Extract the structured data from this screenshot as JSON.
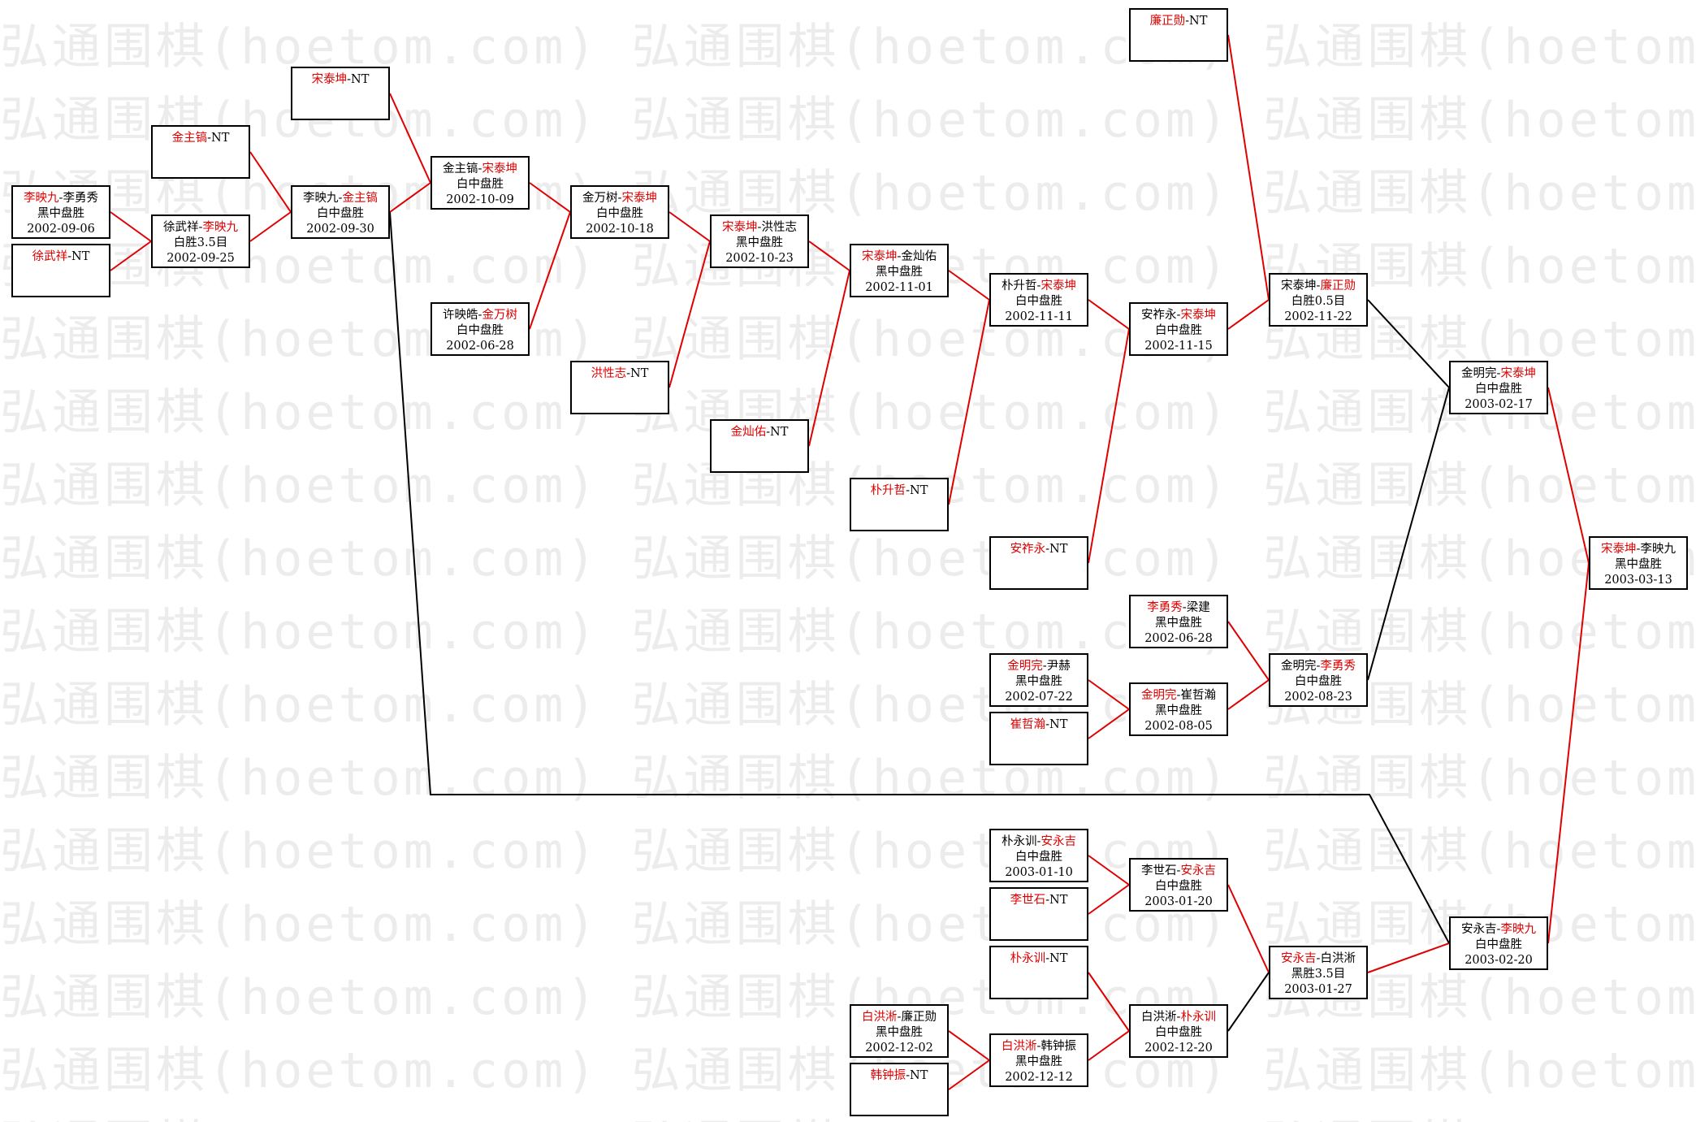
{
  "watermark": {
    "lines": [
      "弘通围棋(hoetom.com) 弘通围棋(hoetom.com) 弘通围棋(hoetom.com) 弘通",
      "弘通围棋(hoetom.com) 弘通围棋(hoetom.com) 弘通围棋(hoetom.com) 弘通",
      "弘通围棋(hoetom.com) 弘通围棋(hoetom.com) 弘通围棋(hoetom.com) 弘通",
      "弘通围棋(hoetom.com) 弘通围棋(hoetom.com) 弘通围棋(hoetom.com) 弘通",
      "弘通围棋(hoetom.com) 弘通围棋(hoetom.com) 弘通围棋(hoetom.com) 弘通",
      "弘通围棋(hoetom.com) 弘通围棋(hoetom.com) 弘通围棋(hoetom.com) 弘通",
      "弘通围棋(hoetom.com) 弘通围棋(hoetom.com) 弘通围棋(hoetom.com) 弘通",
      "弘通围棋(hoetom.com) 弘通围棋(hoetom.com) 弘通围棋(hoetom.com) 弘通",
      "弘通围棋(hoetom.com) 弘通围棋(hoetom.com) 弘通围棋(hoetom.com) 弘通",
      "弘通围棋(hoetom.com) 弘通围棋(hoetom.com) 弘通围棋(hoetom.com) 弘通",
      "弘通围棋(hoetom.com) 弘通围棋(hoetom.com) 弘通围棋(hoetom.com) 弘通",
      "弘通围棋(hoetom.com) 弘通围棋(hoetom.com) 弘通围棋(hoetom.com) 弘通",
      "弘通围棋(hoetom.com) 弘通围棋(hoetom.com) 弘通围棋(hoetom.com) 弘通",
      "弘通围棋(hoetom.com) 弘通围棋(hoetom.com) 弘通围棋(hoetom.com) 弘通",
      "弘通围棋(hoetom.com) 弘通围棋(hoetom.com) 弘通围棋(hoetom.com) 弘通",
      "弘通围棋(hoetom.com) 弘通围棋(hoetom.com) 弘通围棋(hoetom.com) 弘通"
    ]
  },
  "colors": {
    "winner": "#e00000",
    "text": "#000000",
    "win_line": "#e00000",
    "lose_line": "#000000",
    "watermark": "#ececec"
  },
  "matches": {
    "m01": {
      "p1": "李映九",
      "sep": "-",
      "p2": "李勇秀",
      "winner": 1,
      "result": "黑中盘胜",
      "date": "2002-09-06"
    },
    "m02": {
      "p1": "徐武祥",
      "sep": "-",
      "p2": "NT",
      "winner": 1,
      "result": "",
      "date": ""
    },
    "m03": {
      "p1": "金主镐",
      "sep": "-",
      "p2": "NT",
      "winner": 1,
      "result": "",
      "date": ""
    },
    "m04": {
      "p1": "徐武祥",
      "sep": "-",
      "p2": "李映九",
      "winner": 2,
      "result": "白胜3.5目",
      "date": "2002-09-25"
    },
    "m05": {
      "p1": "宋泰坤",
      "sep": "-",
      "p2": "NT",
      "winner": 1,
      "result": "",
      "date": ""
    },
    "m06": {
      "p1": "李映九",
      "sep": "-",
      "p2": "金主镐",
      "winner": 2,
      "result": "白中盘胜",
      "date": "2002-09-30"
    },
    "m07": {
      "p1": "金主镐",
      "sep": "-",
      "p2": "宋泰坤",
      "winner": 2,
      "result": "白中盘胜",
      "date": "2002-10-09"
    },
    "m08": {
      "p1": "许映皓",
      "sep": "-",
      "p2": "金万树",
      "winner": 2,
      "result": "白中盘胜",
      "date": "2002-06-28"
    },
    "m09": {
      "p1": "金万树",
      "sep": "-",
      "p2": "宋泰坤",
      "winner": 2,
      "result": "白中盘胜",
      "date": "2002-10-18"
    },
    "m10": {
      "p1": "洪性志",
      "sep": "-",
      "p2": "NT",
      "winner": 1,
      "result": "",
      "date": ""
    },
    "m11": {
      "p1": "宋泰坤",
      "sep": "-",
      "p2": "洪性志",
      "winner": 1,
      "result": "黑中盘胜",
      "date": "2002-10-23"
    },
    "m12": {
      "p1": "金灿佑",
      "sep": "-",
      "p2": "NT",
      "winner": 1,
      "result": "",
      "date": ""
    },
    "m13": {
      "p1": "宋泰坤",
      "sep": "-",
      "p2": "金灿佑",
      "winner": 1,
      "result": "黑中盘胜",
      "date": "2002-11-01"
    },
    "m14": {
      "p1": "朴升哲",
      "sep": "-",
      "p2": "NT",
      "winner": 1,
      "result": "",
      "date": ""
    },
    "m15": {
      "p1": "朴升哲",
      "sep": "-",
      "p2": "宋泰坤",
      "winner": 2,
      "result": "白中盘胜",
      "date": "2002-11-11"
    },
    "m16": {
      "p1": "安祚永",
      "sep": "-",
      "p2": "NT",
      "winner": 1,
      "result": "",
      "date": ""
    },
    "m17": {
      "p1": "安祚永",
      "sep": "-",
      "p2": "宋泰坤",
      "winner": 2,
      "result": "白中盘胜",
      "date": "2002-11-15"
    },
    "m18": {
      "p1": "廉正勋",
      "sep": "-",
      "p2": "NT",
      "winner": 1,
      "result": "",
      "date": ""
    },
    "m19": {
      "p1": "宋泰坤",
      "sep": "-",
      "p2": "廉正勋",
      "winner": 2,
      "result": "白胜0.5目",
      "date": "2002-11-22"
    },
    "m20": {
      "p1": "李勇秀",
      "sep": "-",
      "p2": "梁建",
      "winner": 1,
      "result": "黑中盘胜",
      "date": "2002-06-28"
    },
    "m21": {
      "p1": "金明完",
      "sep": "-",
      "p2": "尹赫",
      "winner": 1,
      "result": "黑中盘胜",
      "date": "2002-07-22"
    },
    "m22": {
      "p1": "崔哲瀚",
      "sep": "-",
      "p2": "NT",
      "winner": 1,
      "result": "",
      "date": ""
    },
    "m23": {
      "p1": "金明完",
      "sep": "-",
      "p2": "崔哲瀚",
      "winner": 1,
      "result": "黑中盘胜",
      "date": "2002-08-05"
    },
    "m24": {
      "p1": "金明完",
      "sep": "-",
      "p2": "李勇秀",
      "winner": 2,
      "result": "白中盘胜",
      "date": "2002-08-23"
    },
    "m25": {
      "p1": "金明完",
      "sep": "-",
      "p2": "宋泰坤",
      "winner": 2,
      "result": "白中盘胜",
      "date": "2003-02-17"
    },
    "m26": {
      "p1": "宋泰坤",
      "sep": "-",
      "p2": "李映九",
      "winner": 1,
      "result": "黑中盘胜",
      "date": "2003-03-13"
    },
    "m27": {
      "p1": "朴永训",
      "sep": "-",
      "p2": "安永吉",
      "winner": 2,
      "result": "白中盘胜",
      "date": "2003-01-10"
    },
    "m28": {
      "p1": "李世石",
      "sep": "-",
      "p2": "NT",
      "winner": 1,
      "result": "",
      "date": ""
    },
    "m29": {
      "p1": "李世石",
      "sep": "-",
      "p2": "安永吉",
      "winner": 2,
      "result": "白中盘胜",
      "date": "2003-01-20"
    },
    "m30": {
      "p1": "朴永训",
      "sep": "-",
      "p2": "NT",
      "winner": 1,
      "result": "",
      "date": ""
    },
    "m31": {
      "p1": "白洪淅",
      "sep": "-",
      "p2": "廉正勋",
      "winner": 1,
      "result": "黑中盘胜",
      "date": "2002-12-02"
    },
    "m32": {
      "p1": "韩钟振",
      "sep": "-",
      "p2": "NT",
      "winner": 1,
      "result": "",
      "date": ""
    },
    "m33": {
      "p1": "白洪淅",
      "sep": "-",
      "p2": "韩钟振",
      "winner": 1,
      "result": "黑中盘胜",
      "date": "2002-12-12"
    },
    "m34": {
      "p1": "白洪淅",
      "sep": "-",
      "p2": "朴永训",
      "winner": 2,
      "result": "白中盘胜",
      "date": "2002-12-20"
    },
    "m35": {
      "p1": "安永吉",
      "sep": "-",
      "p2": "白洪淅",
      "winner": 1,
      "result": "黑胜3.5目",
      "date": "2003-01-27"
    },
    "m36": {
      "p1": "安永吉",
      "sep": "-",
      "p2": "李映九",
      "winner": 2,
      "result": "白中盘胜",
      "date": "2003-02-20"
    }
  }
}
